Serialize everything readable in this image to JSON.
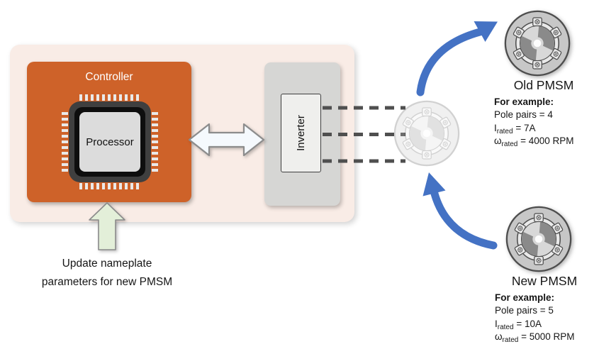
{
  "controller": {
    "label": "Controller",
    "processor_label": "Processor"
  },
  "inverter": {
    "label": "Inverter"
  },
  "note": {
    "line1": "Update nameplate",
    "line2": "parameters for new PMSM"
  },
  "old_pmsm": {
    "title": "Old PMSM",
    "example_label": "For example:",
    "pole_pairs": "Pole pairs = 4",
    "current_base": "I",
    "current_sub": "rated",
    "current_rest": " = 7A",
    "speed_base": "ω",
    "speed_sub": "rated",
    "speed_rest": " = 4000 RPM"
  },
  "new_pmsm": {
    "title": "New PMSM",
    "example_label": "For example:",
    "pole_pairs": "Pole pairs = 5",
    "current_base": "I",
    "current_sub": "rated",
    "current_rest": " = 10A",
    "speed_base": "ω",
    "speed_sub": "rated",
    "speed_rest": " = 5000 RPM"
  },
  "colors": {
    "controller_orange": "#ce6229",
    "container_pink": "#f9ece6",
    "panel_gray": "#d6d6d4",
    "arrow_blue": "#4472c4",
    "green_arrow_fill": "#e3efd9",
    "double_arrow_fill": "#f5f9fd",
    "dash_gray": "#4f4f4f"
  }
}
